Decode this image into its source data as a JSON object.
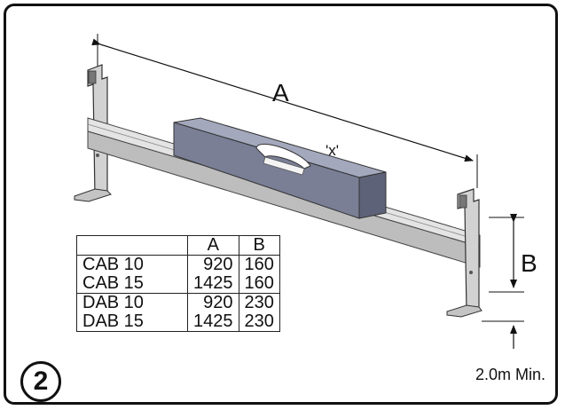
{
  "labels": {
    "dimension_a": "A",
    "dimension_b": "B",
    "level_mark": "'x'",
    "minimum_height": "2.0m Min."
  },
  "step_number": "2",
  "table": {
    "headers": [
      "",
      "A",
      "B"
    ],
    "groups": [
      {
        "rows": [
          {
            "model": "CAB 10",
            "a": "920",
            "b": "160"
          },
          {
            "model": "CAB 15",
            "a": "1425",
            "b": "160"
          }
        ]
      },
      {
        "rows": [
          {
            "model": "DAB 10",
            "a": "920",
            "b": "230"
          },
          {
            "model": "DAB 15",
            "a": "1425",
            "b": "230"
          }
        ]
      }
    ]
  },
  "icons": [
    "wall-bracket-icon",
    "spirit-level-icon",
    "mounting-rail-icon",
    "dimension-arrow-icon"
  ]
}
